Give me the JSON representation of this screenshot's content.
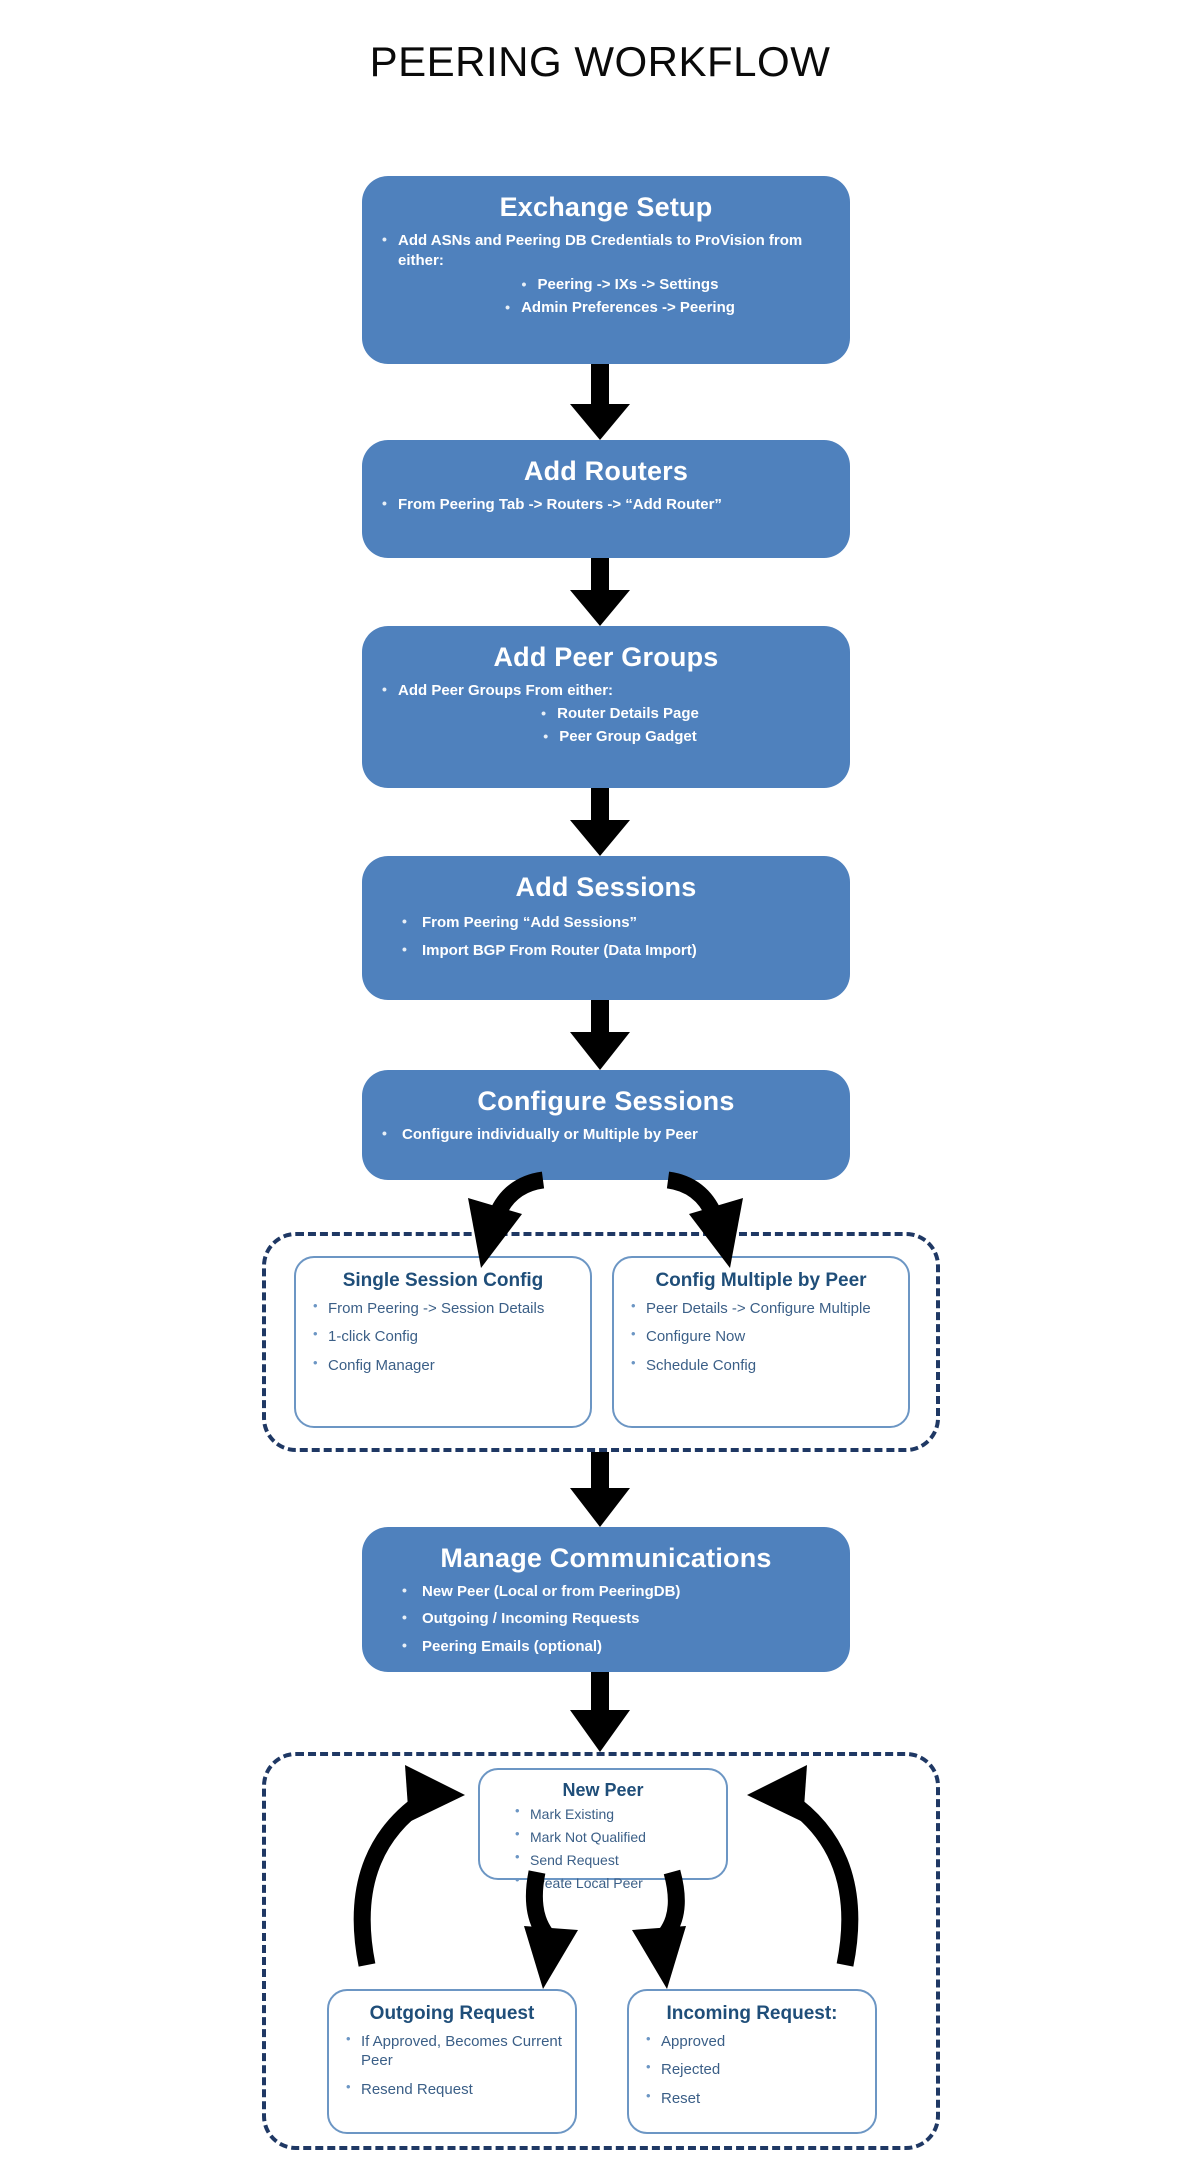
{
  "title": "PEERING WORKFLOW",
  "colors": {
    "stage_fill": "#4f81bd",
    "stage_text": "#ffffff",
    "subbox_border": "#6c96c4",
    "subbox_title_text": "#1f4e79",
    "subbox_body_text": "#3b5f87",
    "dashed_border": "#1f3864",
    "arrow": "#000000",
    "background": "#ffffff",
    "title_text": "#0a0a0a"
  },
  "stages": [
    {
      "id": "exchange-setup",
      "title": "Exchange Setup",
      "items": [
        {
          "text": "Add ASNs and Peering DB Credentials to ProVision from either:",
          "subitems": [
            "Peering -> IXs -> Settings",
            "Admin Preferences -> Peering"
          ]
        }
      ]
    },
    {
      "id": "add-routers",
      "title": "Add Routers",
      "items": [
        {
          "text": "From Peering Tab -> Routers -> “Add Router”",
          "subitems": []
        }
      ]
    },
    {
      "id": "add-peer-groups",
      "title": "Add Peer Groups",
      "items": [
        {
          "text": "Add Peer Groups From either:",
          "subitems": [
            "Router Details Page",
            "Peer Group Gadget"
          ]
        }
      ]
    },
    {
      "id": "add-sessions",
      "title": "Add Sessions",
      "items": [
        {
          "text": "From  Peering “Add Sessions”",
          "subitems": []
        },
        {
          "text": "Import BGP From Router (Data Import)",
          "subitems": []
        }
      ]
    },
    {
      "id": "configure-sessions",
      "title": "Configure Sessions",
      "items": [
        {
          "text": "Configure individually or Multiple by Peer",
          "subitems": []
        }
      ]
    },
    {
      "id": "manage-communications",
      "title": "Manage Communications",
      "items": [
        {
          "text": "New Peer (Local or from PeeringDB)",
          "subitems": []
        },
        {
          "text": "Outgoing / Incoming Requests",
          "subitems": []
        },
        {
          "text": "Peering Emails (optional)",
          "subitems": []
        }
      ]
    }
  ],
  "config_group": {
    "single_session": {
      "title": "Single Session Config",
      "items": [
        "From Peering -> Session Details",
        "1-click Config",
        "Config Manager"
      ]
    },
    "multiple_by_peer": {
      "title": "Config Multiple by Peer",
      "items": [
        "Peer Details -> Configure Multiple",
        "Configure Now",
        "Schedule Config"
      ]
    }
  },
  "requests_group": {
    "new_peer": {
      "title": "New Peer",
      "items": [
        "Mark Existing",
        "Mark Not Qualified",
        "Send Request",
        "Create Local Peer"
      ]
    },
    "outgoing_request": {
      "title": "Outgoing Request",
      "items": [
        "If Approved, Becomes Current Peer",
        "Resend Request"
      ]
    },
    "incoming_request": {
      "title": "Incoming Request:",
      "items": [
        "Approved",
        "Rejected",
        "Reset"
      ]
    }
  }
}
